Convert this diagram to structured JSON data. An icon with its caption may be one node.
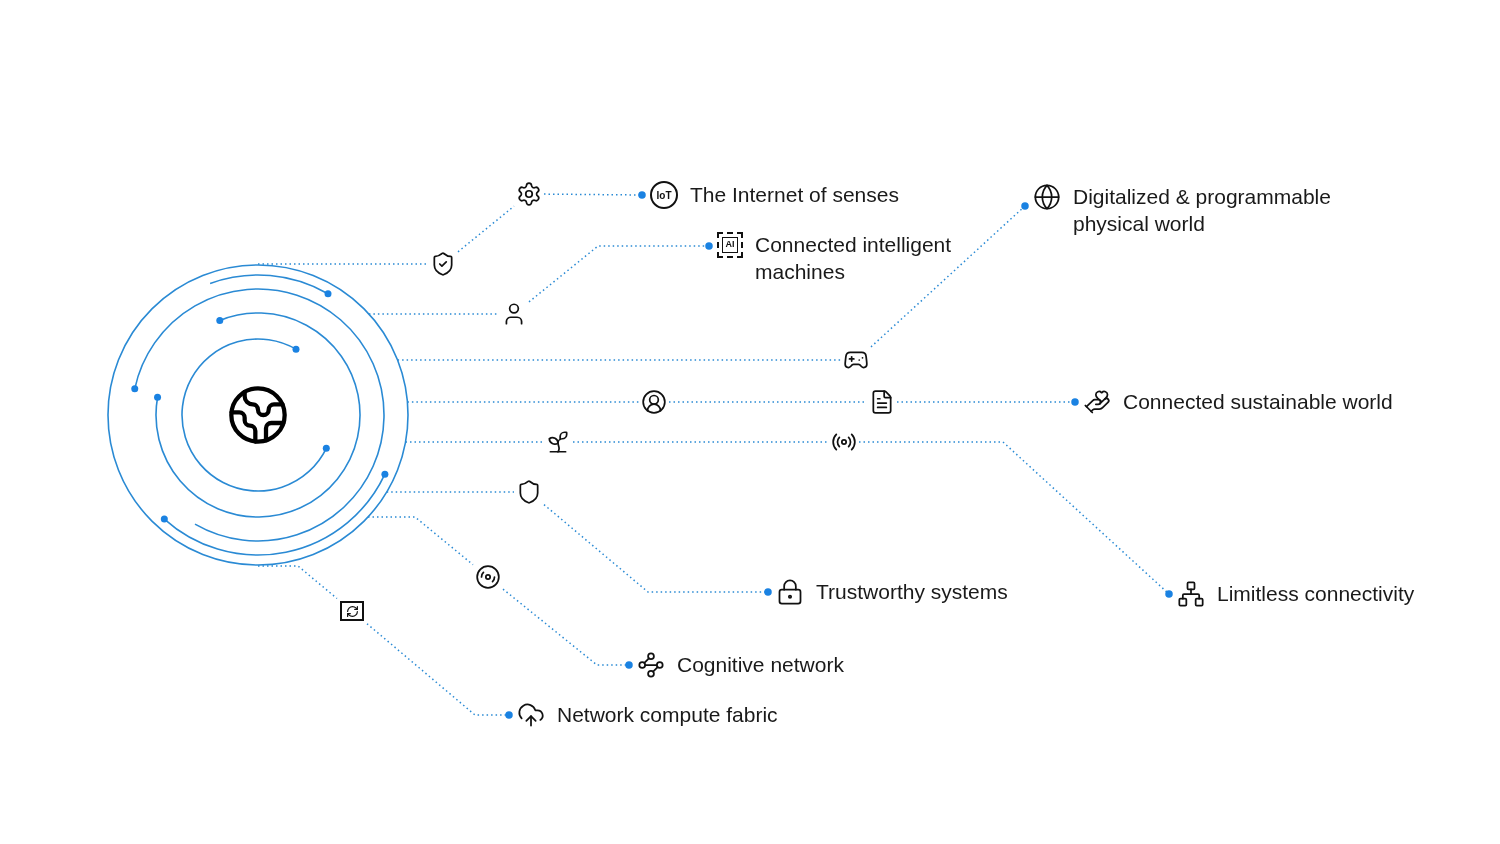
{
  "diagram": {
    "nodes": [
      {
        "text": [],
        "shape": "circle"
      },
      {
        "text": [],
        "shape": "picture"
      },
      {
        "text": [],
        "shape": "picture"
      },
      {
        "text": [],
        "shape": "picture"
      },
      {
        "text": [],
        "shape": "picture"
      },
      {
        "text": [],
        "shape": "picture"
      },
      {
        "text": [],
        "shape": "picture"
      },
      {
        "text": [],
        "shape": "picture"
      },
      {
        "text": [],
        "shape": "picture"
      },
      {
        "text": [],
        "shape": "shield"
      },
      {
        "text": [],
        "shape": "picture"
      },
      {
        "text": [],
        "shape": "picture"
      },
      {
        "text": [
          "IoT",
          "The Internet of senses"
        ]
      },
      {
        "text": [
          "AI",
          "Connected intelligent machines"
        ]
      },
      {
        "text": [
          "Digitalized & programmable physical world"
        ]
      },
      {
        "text": [
          "Connected sustainable world"
        ]
      },
      {
        "text": [
          "Trustworthy systems"
        ]
      },
      {
        "text": [
          "Limitless connectivity"
        ]
      },
      {
        "text": [
          "Cognitive network"
        ]
      },
      {
        "text": [
          "Network compute fabric"
        ]
      }
    ],
    "edges": [
      {
        "from": 0,
        "to": 1,
        "arrow": "none",
        "style": "dashed"
      },
      {
        "from": 1,
        "to": 2,
        "arrow": "none",
        "style": "dashed"
      },
      {
        "from": 2,
        "to": 12,
        "arrow": "other",
        "style": "dashed"
      },
      {
        "from": 0,
        "to": 3,
        "arrow": "none",
        "style": "dashed"
      },
      {
        "from": 3,
        "to": 13,
        "arrow": "other",
        "style": "dashed"
      },
      {
        "from": 0,
        "to": 4,
        "arrow": "none",
        "style": "dashed"
      },
      {
        "from": 4,
        "to": 14,
        "arrow": "other",
        "style": "dashed"
      },
      {
        "from": 0,
        "to": 5,
        "arrow": "none",
        "style": "dashed"
      },
      {
        "from": 5,
        "to": 6,
        "arrow": "none",
        "style": "dashed"
      },
      {
        "from": 6,
        "to": 15,
        "arrow": "other",
        "style": "dashed"
      },
      {
        "from": 0,
        "to": 7,
        "arrow": "none",
        "style": "dashed"
      },
      {
        "from": 7,
        "to": 8,
        "arrow": "none",
        "style": "dashed"
      },
      {
        "from": 8,
        "to": 17,
        "arrow": "other",
        "style": "dashed"
      },
      {
        "from": 0,
        "to": 9,
        "arrow": "none",
        "style": "dashed"
      },
      {
        "from": 9,
        "to": 16,
        "arrow": "other",
        "style": "dashed"
      },
      {
        "from": 0,
        "to": 10,
        "arrow": "none",
        "style": "dashed"
      },
      {
        "from": 10,
        "to": 18,
        "arrow": "other",
        "style": "dashed"
      },
      {
        "from": 0,
        "to": 11,
        "arrow": "none",
        "style": "dashed"
      },
      {
        "from": 11,
        "to": 19,
        "arrow": "other",
        "style": "dashed"
      }
    ]
  }
}
